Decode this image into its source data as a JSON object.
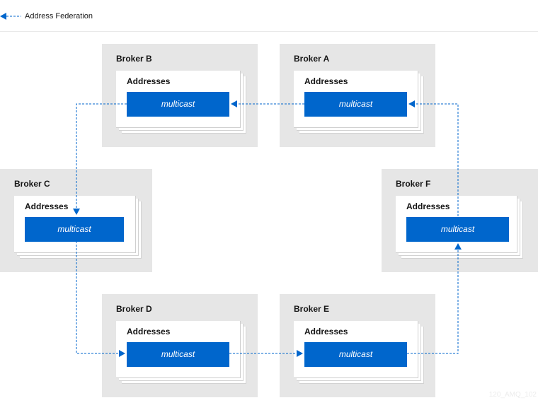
{
  "legend": {
    "label": "Address Federation",
    "icon": "dashed-arrow-left"
  },
  "brokers": {
    "b": {
      "title": "Broker B",
      "addresses_label": "Addresses",
      "address": "multicast"
    },
    "a": {
      "title": "Broker A",
      "addresses_label": "Addresses",
      "address": "multicast"
    },
    "c": {
      "title": "Broker C",
      "addresses_label": "Addresses",
      "address": "multicast"
    },
    "f": {
      "title": "Broker F",
      "addresses_label": "Addresses",
      "address": "multicast"
    },
    "d": {
      "title": "Broker D",
      "addresses_label": "Addresses",
      "address": "multicast"
    },
    "e": {
      "title": "Broker E",
      "addresses_label": "Addresses",
      "address": "multicast"
    }
  },
  "colors": {
    "accent": "#0066cc",
    "broker_bg": "#e6e6e6",
    "panel": "#ffffff"
  },
  "watermark": "120_AMQ_102"
}
